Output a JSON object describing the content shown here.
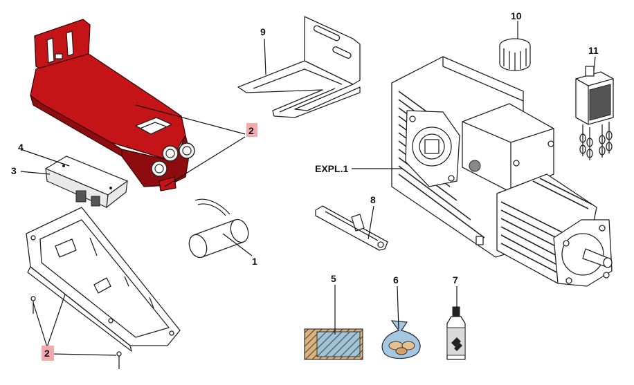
{
  "labels": {
    "l1": "1",
    "l2a": "2",
    "l2b": "2",
    "l3": "3",
    "l4": "4",
    "l5": "5",
    "l6": "6",
    "l7": "7",
    "l8": "8",
    "l9": "9",
    "l10": "10",
    "l11": "11",
    "expl": "EXPL.1"
  },
  "colors": {
    "housing_red": "#c41418",
    "highlight_pink": "#f4a9ae"
  }
}
